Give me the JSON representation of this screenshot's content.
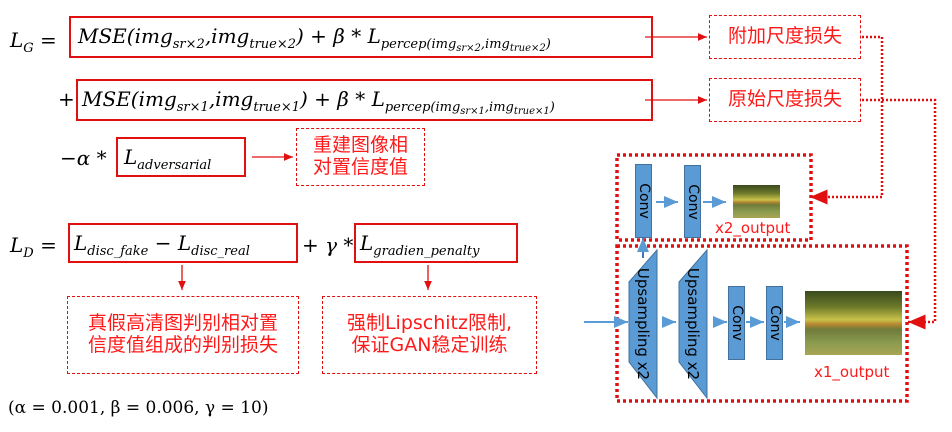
{
  "generator_loss": {
    "lhs": "L",
    "lhs_sub": "G",
    "equals": "=",
    "row1": {
      "mse": "MSE(img",
      "sr_sub": "sr×2",
      "comma": ",img",
      "true_sub": "true×2",
      "close_plus": ") + β * L",
      "percep_sub_a": "percep(img",
      "percep_sub_b": "sr×2",
      "percep_sub_c": ",img",
      "percep_sub_d": "true×2",
      "percep_close": ")"
    },
    "row2_prefix": "+",
    "row2": {
      "mse": "MSE(img",
      "sr_sub": "sr×1",
      "comma": ",img",
      "true_sub": "true×1",
      "close_plus": ") + β * L",
      "percep_sub_a": "percep(img",
      "percep_sub_b": "sr×1",
      "percep_sub_c": ",img",
      "percep_sub_d": "true×1",
      "percep_close": ")"
    },
    "row3_prefix": "−α *",
    "row3": {
      "L": "L",
      "sub": "adversarial"
    }
  },
  "discriminator_loss": {
    "lhs": "L",
    "lhs_sub": "D",
    "equals": "=",
    "term1": {
      "L1": "L",
      "sub1": "disc_fake",
      "minus": " − L",
      "sub2": "disc_real"
    },
    "mid": "+ γ *",
    "term2": {
      "L": "L",
      "sub": "gradien_penalty"
    }
  },
  "notes": {
    "extra_scale_loss": "附加尺度损失",
    "original_scale_loss": "原始尺度损失",
    "adversarial": [
      "重建图像相",
      "对置信度值"
    ],
    "disc_note": [
      "真假高清图判别相对置",
      "信度值组成的判别损失"
    ],
    "gp_note": [
      "强制Lipschitz限制,",
      "保证GAN稳定训练"
    ]
  },
  "params": "(α = 0.001,  β = 0.006,  γ = 10)",
  "network": {
    "conv_label": "Conv",
    "upsampling_label": "Upsampling x2",
    "x2_output": "x2_output",
    "x1_output": "x1_output"
  },
  "colors": {
    "accent_red": "#ff1a1a",
    "block_blue": "#5b9bd5",
    "arrow_blue": "#5b9bd5"
  }
}
